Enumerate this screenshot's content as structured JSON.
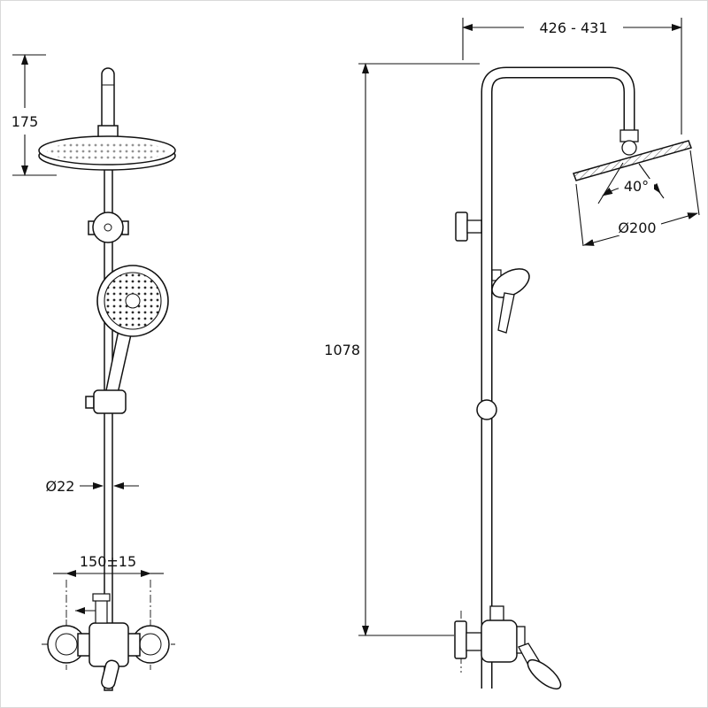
{
  "colors": {
    "line": "#111111",
    "background": "#ffffff",
    "border": "#d9d9d9"
  },
  "dimensions": {
    "head_drop": "175",
    "pipe_diameter": "Ø22",
    "wall_centers": "150±15",
    "reach": "426 - 431",
    "column_height": "1078",
    "swivel_angle": "40°",
    "head_diameter": "Ø200"
  }
}
